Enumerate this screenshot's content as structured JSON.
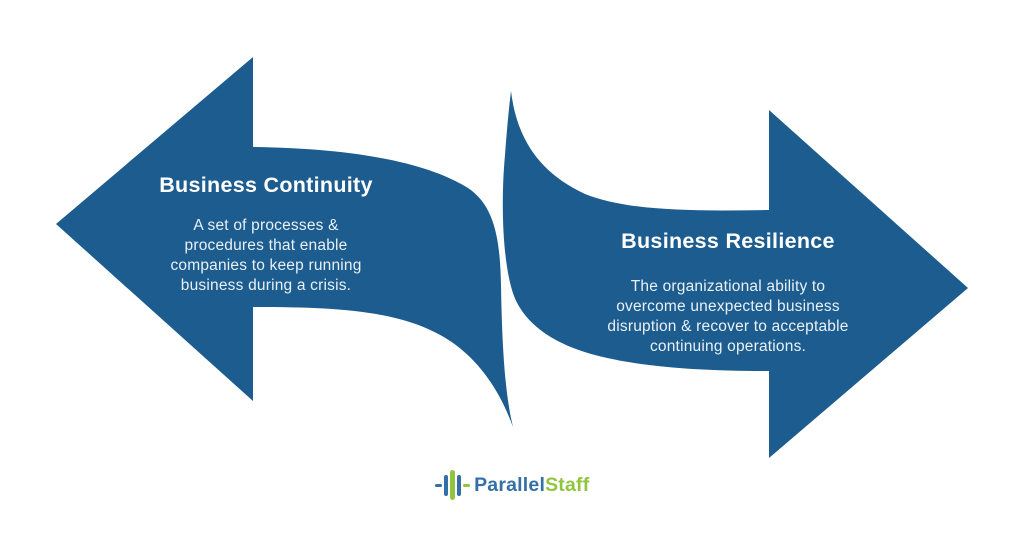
{
  "canvas": {
    "background": "#ffffff",
    "arrow_color": "#1d5c8f",
    "title_text_color": "#ffffff",
    "body_text_color": "#e9f0f6"
  },
  "left_arrow": {
    "direction": "left",
    "title": "Business Continuity",
    "body_lines": [
      "A set of processes &",
      "procedures that enable",
      "companies to keep running",
      "business during a crisis."
    ]
  },
  "right_arrow": {
    "direction": "right",
    "title": "Business Resilience",
    "body_lines": [
      "The organizational ability to",
      "overcome unexpected business",
      "disruption & recover to acceptable",
      "continuing operations."
    ]
  },
  "logo": {
    "icon": "parallel-bars-icon",
    "brand_first": "Parallel",
    "brand_second": "Staff",
    "brand_blue": "#3470a5",
    "brand_green": "#90c53f"
  }
}
